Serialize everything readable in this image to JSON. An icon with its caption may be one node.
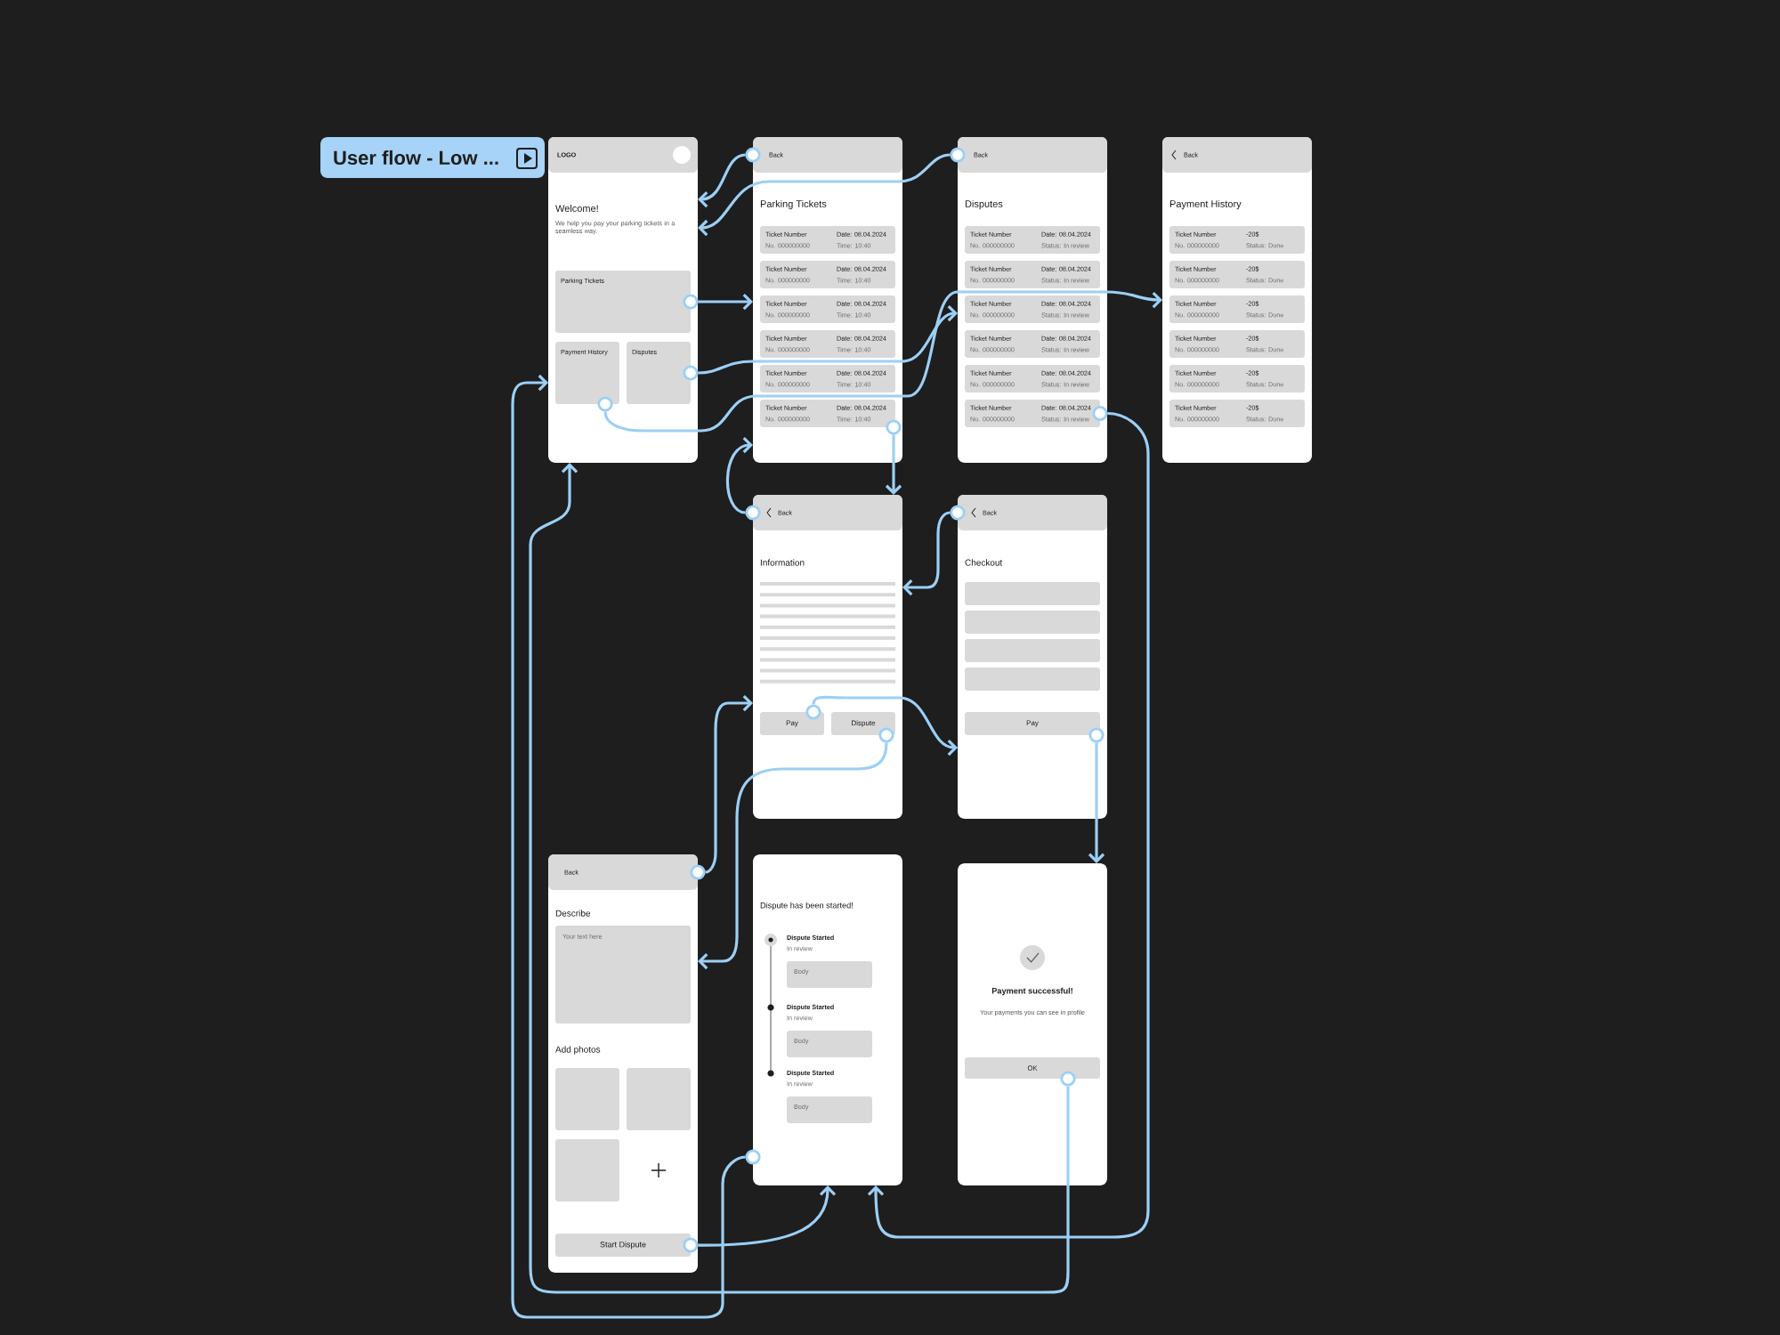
{
  "diagram": {
    "nodes": [
      {
        "text": [
          "User flow - Low ..."
        ]
      },
      {
        "text": [
          "Welcome!",
          "We help you pay your parking tickets in a seamless way."
        ]
      },
      {
        "text": [
          "LOGO"
        ],
        "in": 1
      },
      {
        "text": [
          "Parking Tickets"
        ],
        "in": 1
      },
      {
        "text": [
          "Payment History"
        ],
        "in": 1
      },
      {
        "text": [
          "Disputes"
        ],
        "in": 1
      },
      {
        "text": [
          "Parking Tickets"
        ]
      },
      {
        "text": [
          "Back"
        ],
        "in": 6
      },
      {
        "text": [
          "Ticket Number",
          "No. 000000000",
          "Date: 08.04.2024",
          "Time: 10:40"
        ],
        "in": 6
      },
      {
        "text": [
          "Ticket Number",
          "No. 000000000",
          "Date: 08.04.2024",
          "Time: 10:40"
        ],
        "in": 6
      },
      {
        "text": [
          "Ticket Number",
          "No. 000000000",
          "Date: 08.04.2024",
          "Time: 10:40"
        ],
        "in": 6
      },
      {
        "text": [
          "Ticket Number",
          "No. 000000000",
          "Date: 08.04.2024",
          "Time: 10:40"
        ],
        "in": 6
      },
      {
        "text": [
          "Ticket Number",
          "No. 000000000",
          "Date: 08.04.2024",
          "Time: 10:40"
        ],
        "in": 6
      },
      {
        "text": [
          "Ticket Number",
          "No. 000000000",
          "Date: 08.04.2024",
          "Time: 10:40"
        ],
        "in": 6
      },
      {
        "text": [
          "Disputes"
        ]
      },
      {
        "text": [
          "Back"
        ],
        "in": 14
      },
      {
        "text": [
          "Ticket Number",
          "No. 000000000",
          "Date: 08.04.2024",
          "Status: In review"
        ],
        "in": 14
      },
      {
        "text": [
          "Ticket Number",
          "No. 000000000",
          "Date: 08.04.2024",
          "Status: In review"
        ],
        "in": 14
      },
      {
        "text": [
          "Ticket Number",
          "No. 000000000",
          "Date: 08.04.2024",
          "Status: In review"
        ],
        "in": 14
      },
      {
        "text": [
          "Ticket Number",
          "No. 000000000",
          "Date: 08.04.2024",
          "Status: In review"
        ],
        "in": 14
      },
      {
        "text": [
          "Ticket Number",
          "No. 000000000",
          "Date: 08.04.2024",
          "Status: In review"
        ],
        "in": 14
      },
      {
        "text": [
          "Ticket Number",
          "No. 000000000",
          "Date: 08.04.2024",
          "Status: In review"
        ],
        "in": 14
      },
      {
        "text": [
          "Payment History"
        ]
      },
      {
        "text": [
          "Back"
        ],
        "in": 22
      },
      {
        "text": [
          "Ticket Number",
          "No. 000000000",
          "-20$",
          "Status: Done"
        ],
        "in": 22
      },
      {
        "text": [
          "Ticket Number",
          "No. 000000000",
          "-20$",
          "Status: Done"
        ],
        "in": 22
      },
      {
        "text": [
          "Ticket Number",
          "No. 000000000",
          "-20$",
          "Status: Done"
        ],
        "in": 22
      },
      {
        "text": [
          "Ticket Number",
          "No. 000000000",
          "-20$",
          "Status: Done"
        ],
        "in": 22
      },
      {
        "text": [
          "Ticket Number",
          "No. 000000000",
          "-20$",
          "Status: Done"
        ],
        "in": 22
      },
      {
        "text": [
          "Ticket Number",
          "No. 000000000",
          "-20$",
          "Status: Done"
        ],
        "in": 22
      },
      {
        "text": [
          "Information"
        ]
      },
      {
        "text": [
          "Back"
        ],
        "in": 30
      },
      {
        "text": [
          "Pay"
        ],
        "in": 30
      },
      {
        "text": [
          "Dispute"
        ],
        "in": 30
      },
      {
        "text": [
          "Checkout"
        ]
      },
      {
        "text": [
          "Back"
        ],
        "in": 34
      },
      {
        "text": [],
        "shape": "box",
        "in": 34
      },
      {
        "text": [],
        "shape": "box",
        "in": 34
      },
      {
        "text": [],
        "shape": "box",
        "in": 34
      },
      {
        "text": [],
        "shape": "box",
        "in": 34
      },
      {
        "text": [
          "Pay"
        ],
        "in": 34
      },
      {
        "text": [
          "Describe",
          "Add photos"
        ]
      },
      {
        "text": [
          "Back"
        ],
        "in": 41
      },
      {
        "text": [
          "Your text here"
        ],
        "in": 41
      },
      {
        "text": [],
        "shape": "box",
        "in": 41
      },
      {
        "text": [],
        "shape": "box",
        "in": 41
      },
      {
        "text": [],
        "shape": "box",
        "in": 41
      },
      {
        "text": [
          "Start Dispute"
        ],
        "in": 41
      },
      {
        "text": [
          "Dispute has been started!",
          "Dispute Started",
          "In review",
          "Dispute Started",
          "In review",
          "Dispute Started",
          "In review"
        ]
      },
      {
        "text": [
          "Body"
        ],
        "in": 48
      },
      {
        "text": [
          "Body"
        ],
        "in": 48
      },
      {
        "text": [
          "Body"
        ],
        "in": 48
      },
      {
        "text": [
          "Payment successful!",
          "Your payments you can see in profile"
        ]
      },
      {
        "text": [
          "OK"
        ],
        "in": 52
      }
    ],
    "edges": [
      {
        "from": 3,
        "to": 6,
        "arrow": "to"
      },
      {
        "from": 7,
        "to": 1,
        "arrow": "to"
      },
      {
        "from": 15,
        "to": 1,
        "arrow": "to"
      },
      {
        "from": 5,
        "to": 14,
        "arrow": "to"
      },
      {
        "from": 4,
        "to": 22,
        "arrow": "to"
      },
      {
        "from": 13,
        "to": 30,
        "arrow": "to"
      },
      {
        "from": 31,
        "to": 6,
        "arrow": "to"
      },
      {
        "from": 21,
        "to": 48,
        "arrow": "to"
      },
      {
        "from": 32,
        "to": 34,
        "arrow": "to"
      },
      {
        "from": 35,
        "to": 30,
        "arrow": "to"
      },
      {
        "from": 33,
        "to": 41,
        "arrow": "to"
      },
      {
        "from": 42,
        "to": 30,
        "arrow": "to"
      },
      {
        "from": 47,
        "to": 48,
        "arrow": "to"
      },
      {
        "from": 48,
        "to": 1,
        "arrow": "to"
      },
      {
        "from": 53,
        "to": 1,
        "arrow": "to"
      },
      {
        "from": 40,
        "to": 52,
        "arrow": "to"
      }
    ]
  }
}
